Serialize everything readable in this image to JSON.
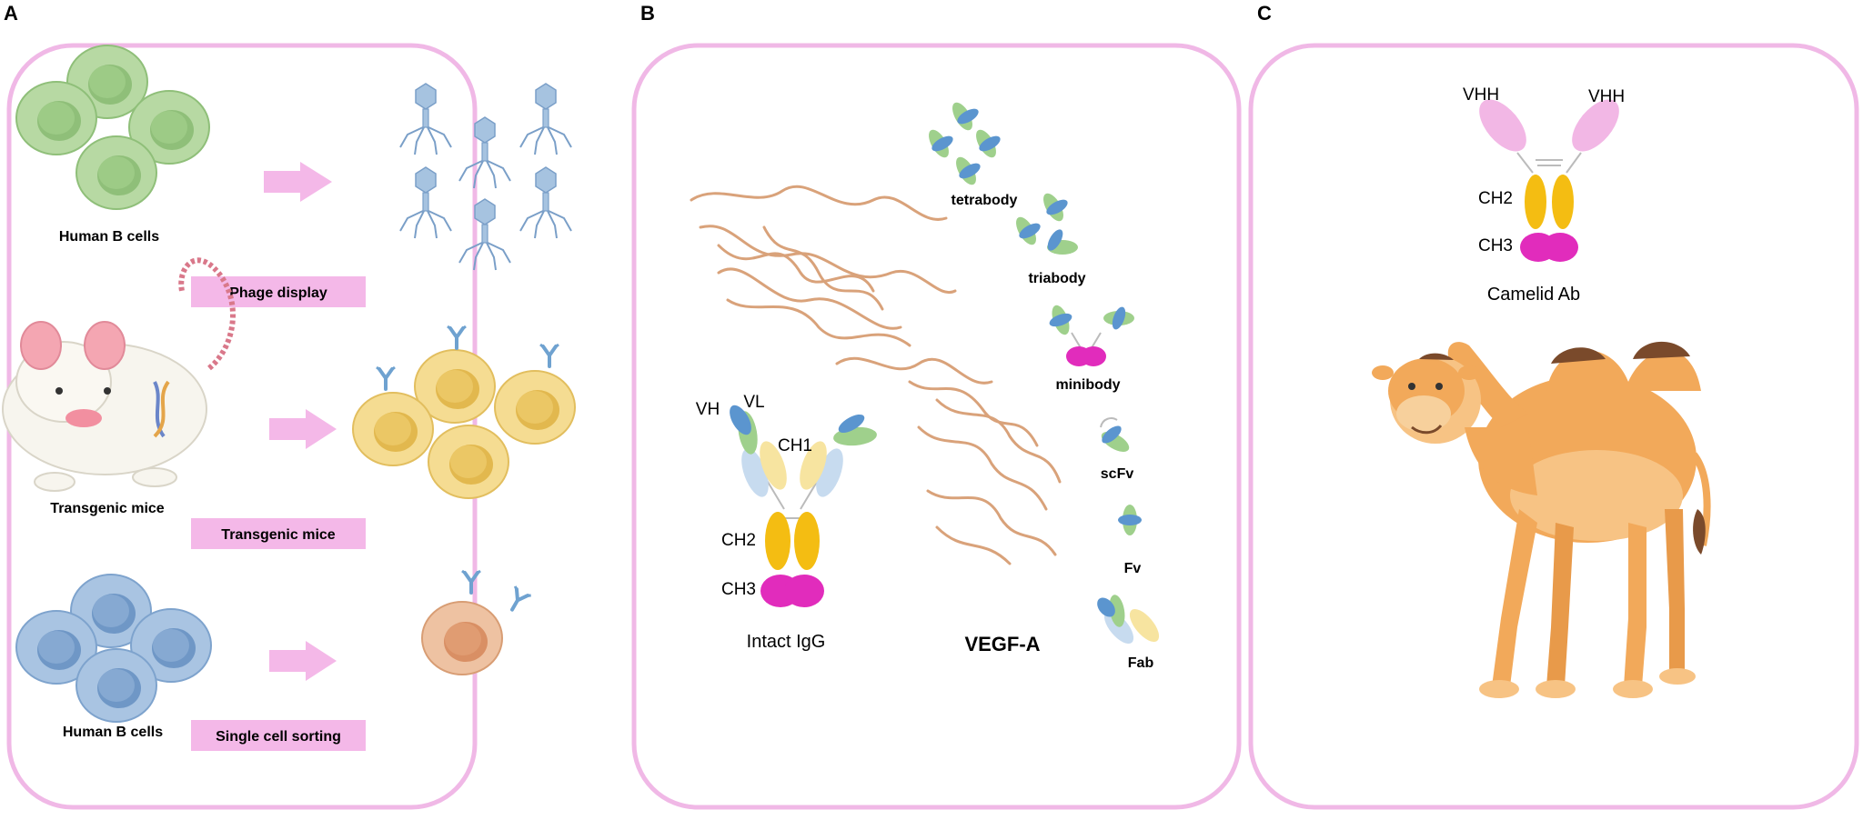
{
  "colors": {
    "panel_border": "#f0b8e6",
    "label_box": "#f4b8e8",
    "arrow": "#f4b8e8",
    "green_cell": "#a9cf95",
    "blue_cell": "#9bbad9",
    "yellow_cell": "#f2d27a",
    "orange_cell": "#e8b08c",
    "heavy_chain_green": "#9fd08c",
    "light_chain_blue": "#5b95cf",
    "ch1_light_blue": "#c7dbef",
    "ch1_light_yellow": "#f7e4a0",
    "ch2_yellow": "#f4bd12",
    "ch3_magenta": "#e12cbc",
    "vhh_pink": "#f2b7e5",
    "vegf": "#d9a27a",
    "camel": "#f2a95a"
  },
  "panels": [
    {
      "letter": "A",
      "cell_labels": [
        "Human B cells",
        "Transgenic mice",
        "Human B cells"
      ],
      "method_labels": [
        "Phage display",
        "Transgenic mice",
        "Single cell sorting"
      ]
    },
    {
      "letter": "B",
      "igg_labels": {
        "vh": "VH",
        "vl": "VL",
        "ch1": "CH1",
        "ch2": "CH2",
        "ch3": "CH3",
        "name": "Intact IgG"
      },
      "antigen": "VEGF-A",
      "fragments": [
        "tetrabody",
        "triabody",
        "minibody",
        "scFv",
        "Fv",
        "Fab"
      ]
    },
    {
      "letter": "C",
      "labels": {
        "vhh_left": "VHH",
        "vhh_right": "VHH",
        "ch2": "CH2",
        "ch3": "CH3",
        "name": "Camelid Ab"
      }
    }
  ]
}
